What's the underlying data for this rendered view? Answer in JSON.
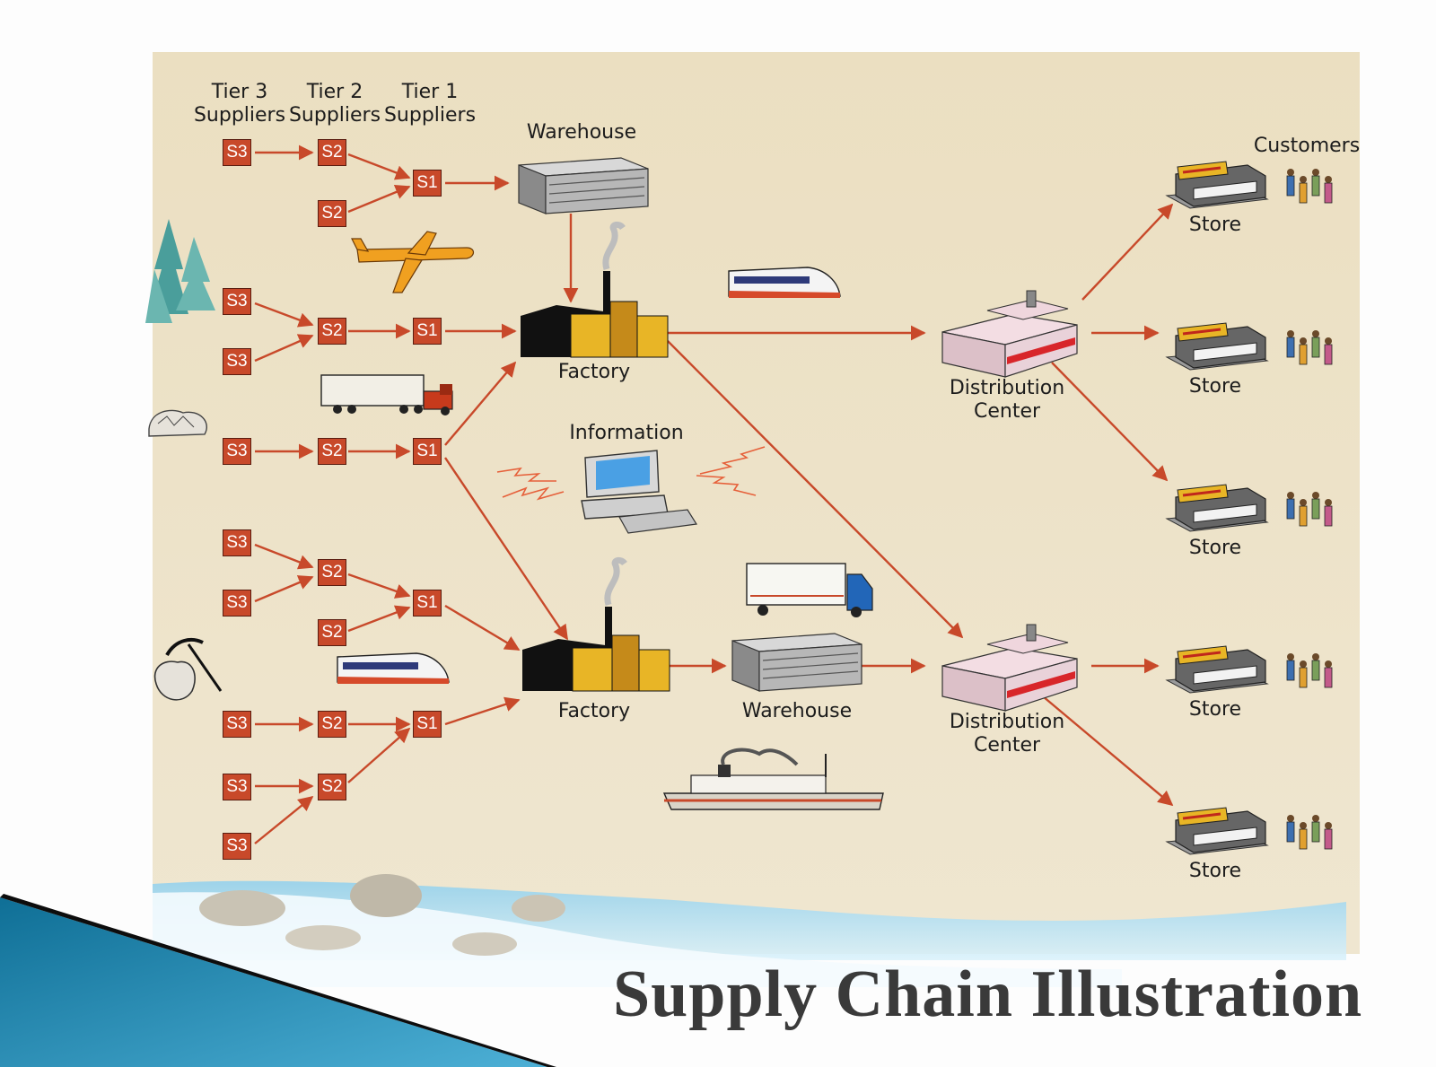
{
  "slide": {
    "title": "Supply Chain Illustration"
  },
  "tiers": {
    "tier3": [
      "Tier 3",
      "Suppliers"
    ],
    "tier2": [
      "Tier 2",
      "Suppliers"
    ],
    "tier1": [
      "Tier 1",
      "Suppliers"
    ]
  },
  "nodes": {
    "s3": "S3",
    "s2": "S2",
    "s1": "S1",
    "warehouse": "Warehouse",
    "factory": "Factory",
    "information": "Information",
    "distribution_center": [
      "Distribution",
      "Center"
    ],
    "store": "Store",
    "customers": "Customers"
  },
  "colors": {
    "background_panel": "#ece1c4",
    "arrow": "#c8492a",
    "supplier_box": "#c8492a",
    "title": "#3a3a3a",
    "accent_blue": "#1e7aa8"
  },
  "icons": [
    "tree-icon",
    "rock-icon",
    "pickaxe-icon",
    "airplane-icon",
    "truck-icon",
    "train-icon",
    "ship-icon",
    "computer-icon",
    "warehouse-icon",
    "factory-icon",
    "distribution-center-icon",
    "store-icon",
    "customers-icon"
  ]
}
